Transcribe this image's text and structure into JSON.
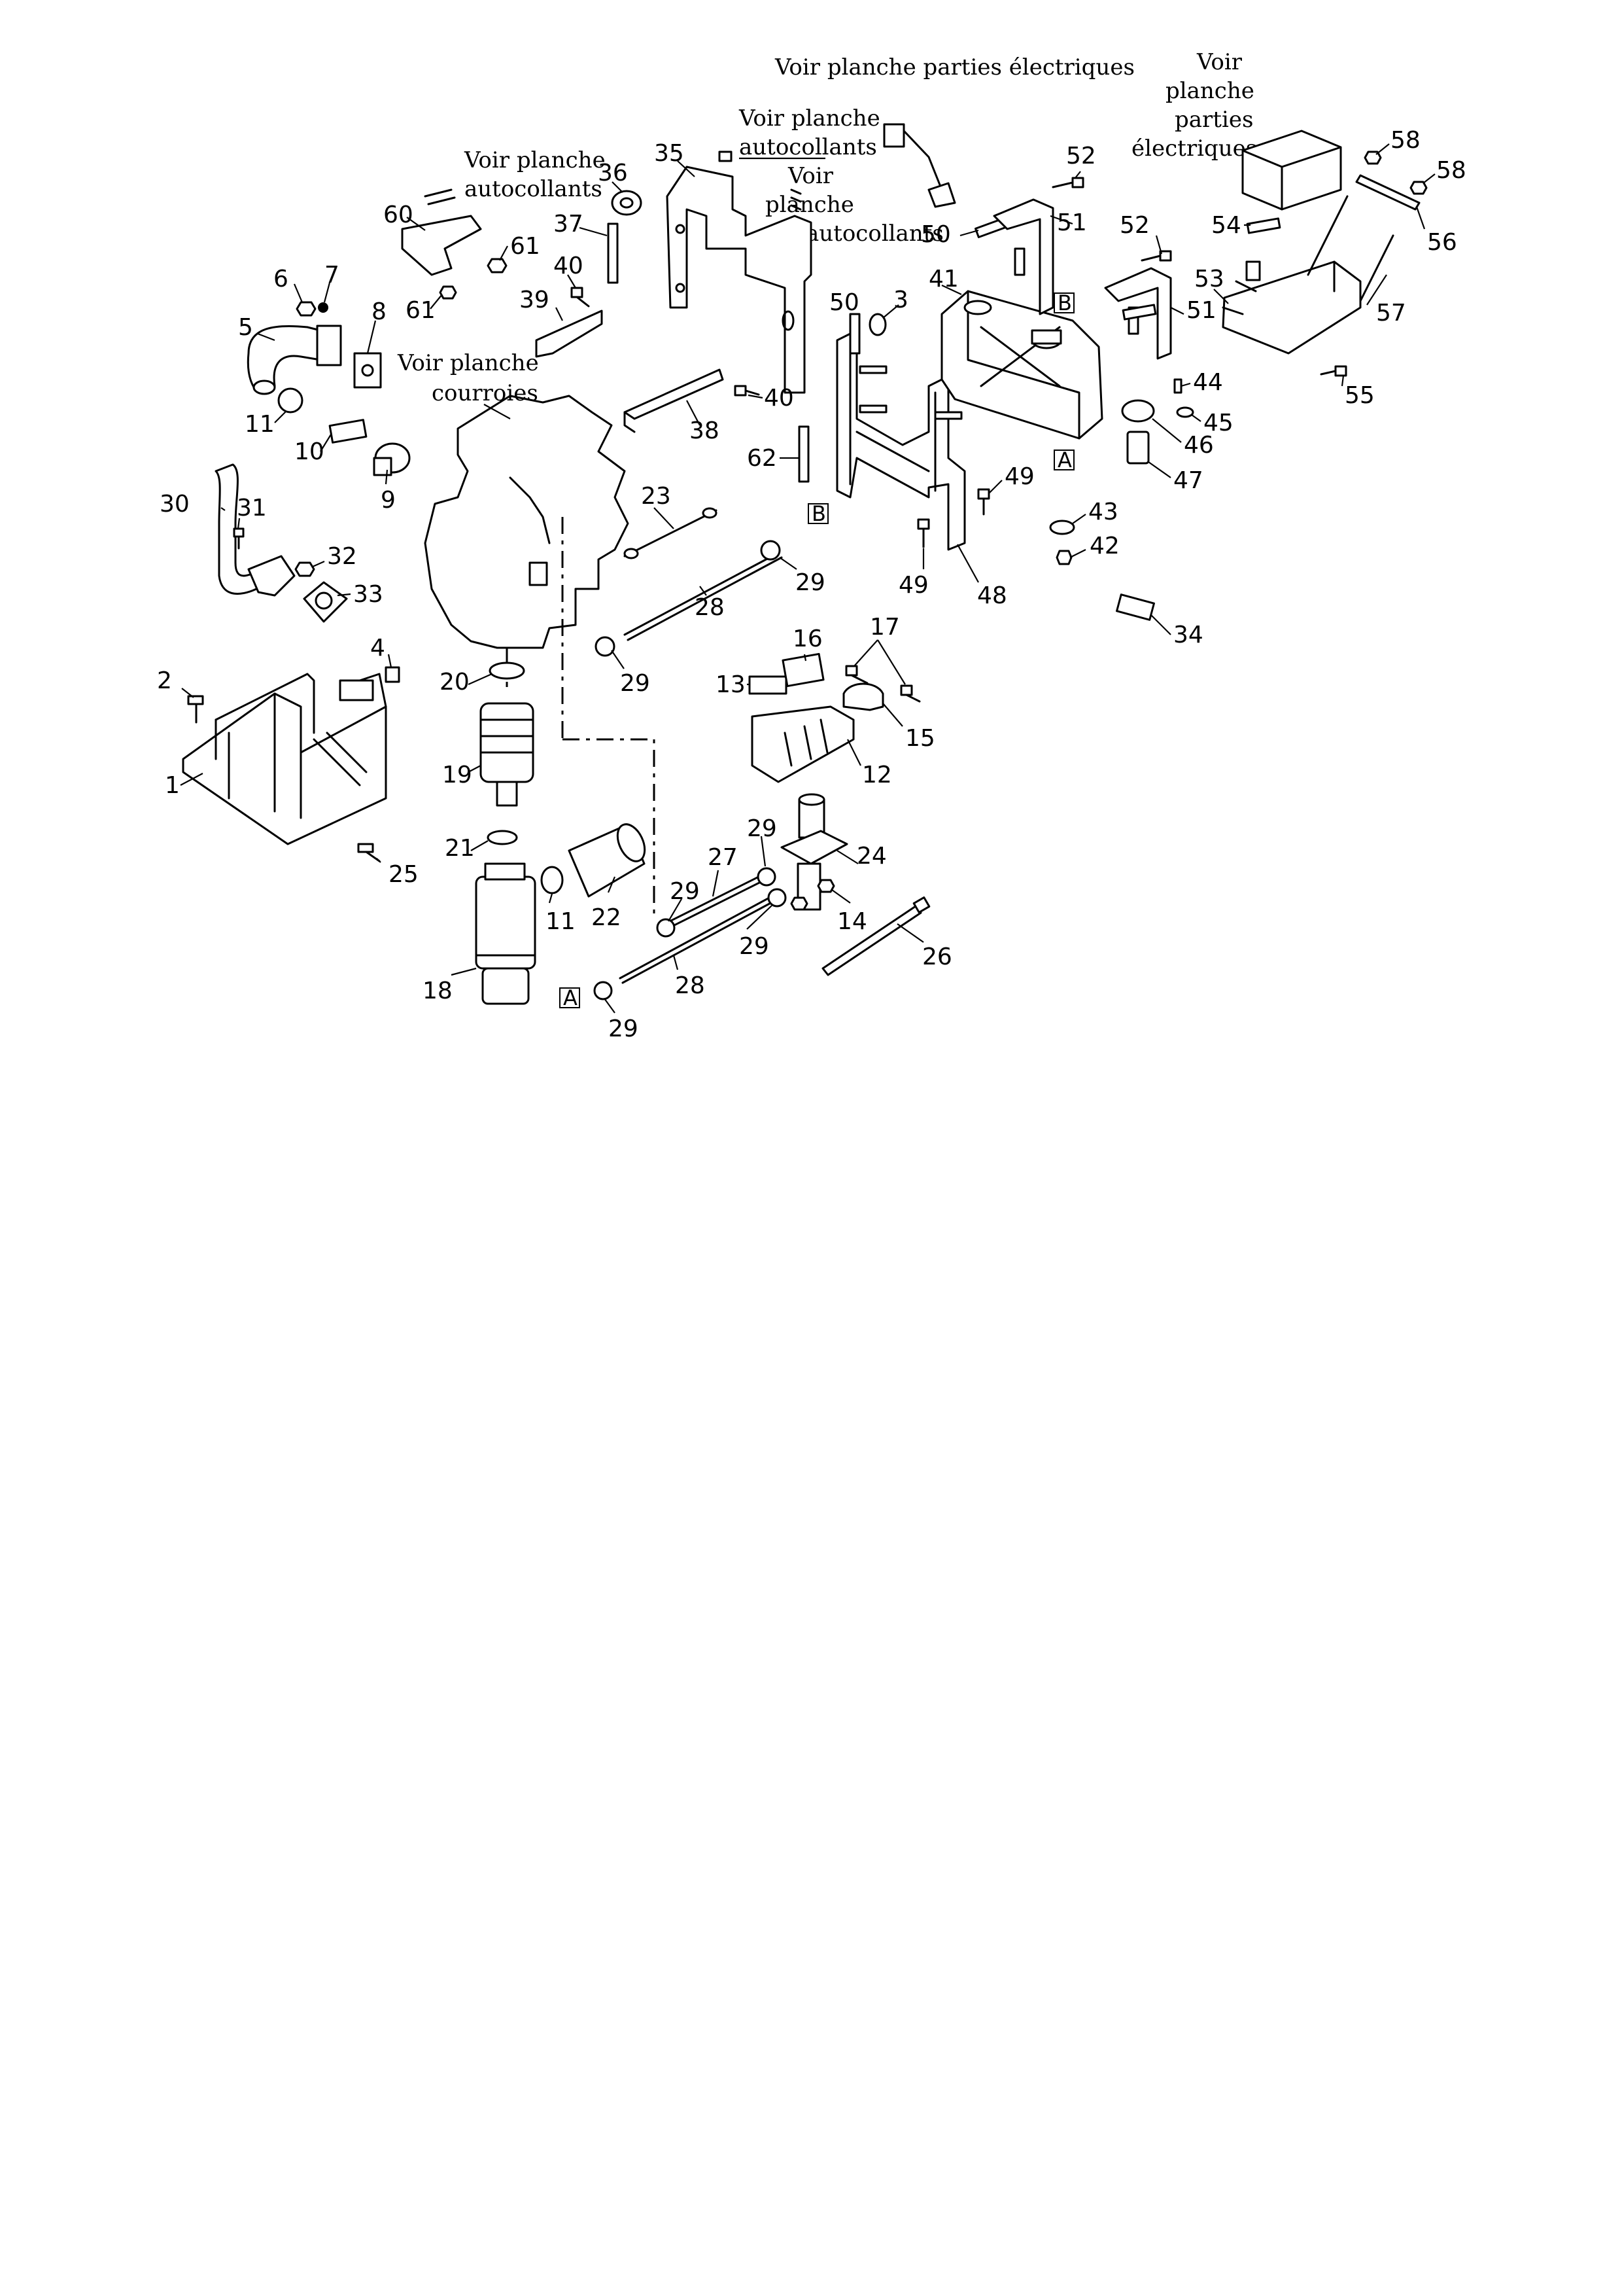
{
  "notes": {
    "electrical_top": "Voir planche parties électriques",
    "electrical_right": [
      "Voir",
      "planche",
      "parties",
      "électriques"
    ],
    "stickers_left": [
      "Voir planche",
      "autocollants"
    ],
    "stickers_center": [
      "Voir planche",
      "autocollants"
    ],
    "stickers_center2": [
      "Voir",
      "planche",
      "autocollants"
    ],
    "belts": [
      "Voir planche",
      "courroies"
    ]
  },
  "box_labels": {
    "A": "A",
    "B": "B"
  },
  "callouts": {
    "c1": "1",
    "c2": "2",
    "c3": "3",
    "c4": "4",
    "c5": "5",
    "c6": "6",
    "c7": "7",
    "c8": "8",
    "c9": "9",
    "c10": "10",
    "c11a": "11",
    "c11b": "11",
    "c12": "12",
    "c13": "13",
    "c14": "14",
    "c15": "15",
    "c16": "16",
    "c17": "17",
    "c18": "18",
    "c19": "19",
    "c20": "20",
    "c21": "21",
    "c22": "22",
    "c23": "23",
    "c24": "24",
    "c25": "25",
    "c26": "26",
    "c27": "27",
    "c28a": "28",
    "c28b": "28",
    "c29a": "29",
    "c29b": "29",
    "c29c": "29",
    "c29d": "29",
    "c29e": "29",
    "c29f": "29",
    "c30": "30",
    "c31": "31",
    "c32": "32",
    "c33": "33",
    "c34": "34",
    "c35": "35",
    "c36": "36",
    "c37": "37",
    "c38": "38",
    "c39": "39",
    "c40a": "40",
    "c40b": "40",
    "c41": "41",
    "c42": "42",
    "c43": "43",
    "c44": "44",
    "c45": "45",
    "c46": "46",
    "c47": "47",
    "c48": "48",
    "c49a": "49",
    "c49b": "49",
    "c50a": "50",
    "c50b": "50",
    "c51a": "51",
    "c51b": "51",
    "c52a": "52",
    "c52b": "52",
    "c53": "53",
    "c54": "54",
    "c55": "55",
    "c56": "56",
    "c57": "57",
    "c58a": "58",
    "c58b": "58",
    "c60": "60",
    "c61a": "61",
    "c61b": "61",
    "c62": "62"
  }
}
